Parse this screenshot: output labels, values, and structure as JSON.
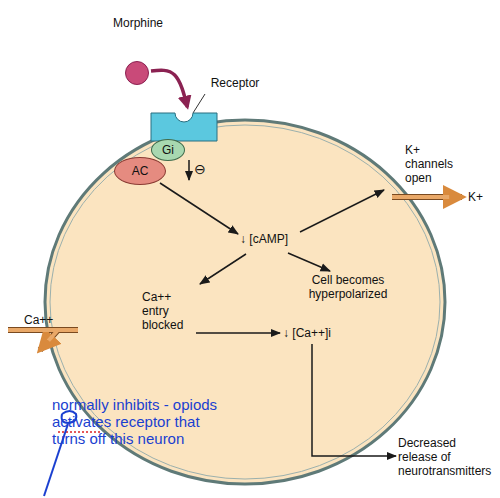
{
  "diagram": {
    "nodes": [
      {
        "text": [
          "Morphine"
        ]
      },
      {
        "text": [
          "Receptor"
        ]
      },
      {
        "text": [
          "Gi"
        ]
      },
      {
        "text": [
          "AC"
        ]
      }
    ],
    "edges": [
      {
        "from": 0,
        "to": 1,
        "arrow": "to"
      }
    ],
    "labels": [
      "⊖",
      "↓ [cAMP]",
      "K+ channels open",
      "K+",
      "Cell becomes hyperpolarized",
      "Ca++",
      "Ca++ entry blocked",
      "↓ [Ca++]i",
      "Decreased release of neurotransmitters",
      "normally inhibits - opiods activates receptor that turns off this neuron"
    ]
  }
}
